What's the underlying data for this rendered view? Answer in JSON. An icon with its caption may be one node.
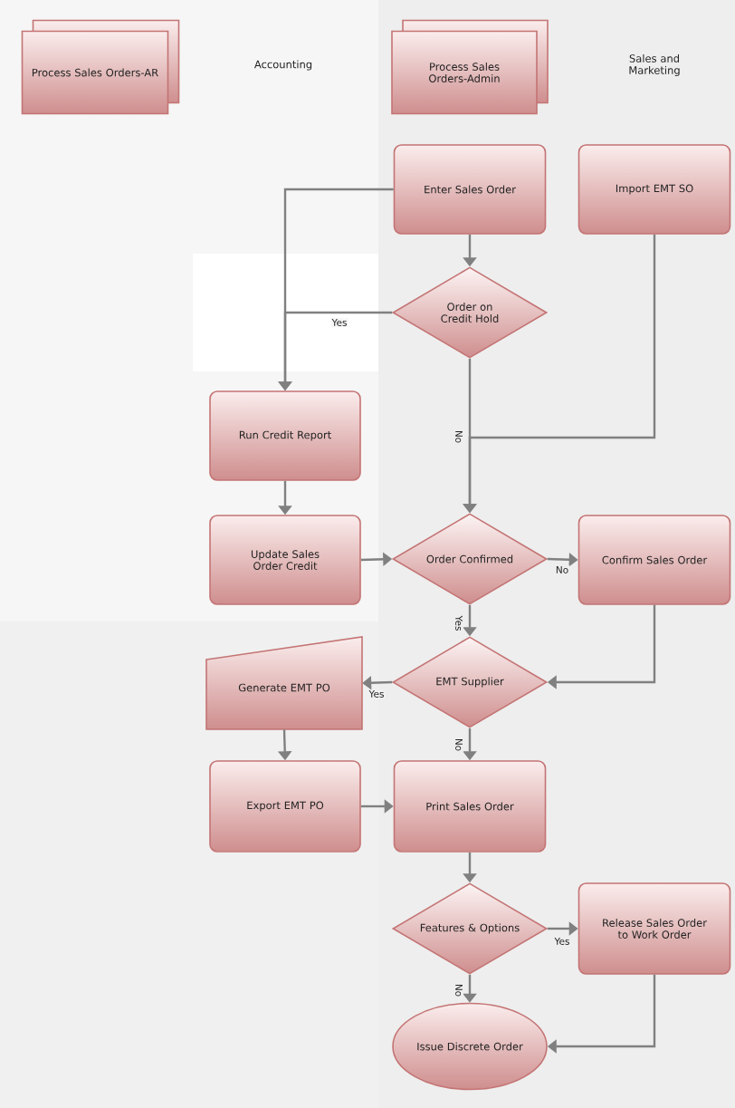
{
  "diagram": {
    "nodes": [
      {
        "text": [
          "Process Sales Orders-AR"
        ]
      },
      {
        "text": [
          "Process Sales Orders-Admin"
        ]
      },
      {
        "text": [
          "Enter Sales Order"
        ]
      },
      {
        "text": [
          "Import EMT SO"
        ]
      },
      {
        "text": [
          "Order on Credit Hold"
        ]
      },
      {
        "text": [
          "Run Credit Report"
        ]
      },
      {
        "text": [
          "Update Sales Order Credit"
        ]
      },
      {
        "text": [
          "Order Confirmed"
        ]
      },
      {
        "text": [
          "Confirm Sales Order"
        ]
      },
      {
        "text": [
          "EMT Supplier"
        ]
      },
      {
        "text": [
          "Generate EMT PO"
        ]
      },
      {
        "text": [
          "Export EMT PO"
        ]
      },
      {
        "text": [
          "Print Sales Order"
        ]
      },
      {
        "text": [
          "Features & Options"
        ]
      },
      {
        "text": [
          "Release Sales Order to Work Order"
        ]
      },
      {
        "text": [
          "Issue Discrete Order"
        ]
      }
    ],
    "edges": [
      {
        "from": 2,
        "to": 4,
        "arrow": "to"
      },
      {
        "from": 2,
        "to": 5,
        "arrow": "to"
      },
      {
        "from": 4,
        "to": 5,
        "label": "Yes",
        "arrow": "to"
      },
      {
        "from": 4,
        "to": 7,
        "label": "No",
        "arrow": "to"
      },
      {
        "from": 3,
        "to": 7,
        "arrow": "to"
      },
      {
        "from": 5,
        "to": 6,
        "arrow": "to"
      },
      {
        "from": 6,
        "to": 7,
        "arrow": "to"
      },
      {
        "from": 7,
        "to": 8,
        "label": "No",
        "arrow": "to"
      },
      {
        "from": 7,
        "to": 9,
        "label": "Yes",
        "arrow": "to"
      },
      {
        "from": 8,
        "to": 9,
        "arrow": "to"
      },
      {
        "from": 9,
        "to": 10,
        "label": "Yes",
        "arrow": "to"
      },
      {
        "from": 9,
        "to": 12,
        "label": "No",
        "arrow": "to"
      },
      {
        "from": 10,
        "to": 11,
        "arrow": "to"
      },
      {
        "from": 11,
        "to": 12,
        "arrow": "to"
      },
      {
        "from": 12,
        "to": 13,
        "arrow": "to"
      },
      {
        "from": 13,
        "to": 14,
        "label": "Yes",
        "arrow": "to"
      },
      {
        "from": 13,
        "to": 15,
        "label": "No",
        "arrow": "to"
      },
      {
        "from": 14,
        "to": 15,
        "arrow": "to"
      }
    ],
    "labels": [
      "Accounting",
      "Sales and Marketing"
    ]
  }
}
